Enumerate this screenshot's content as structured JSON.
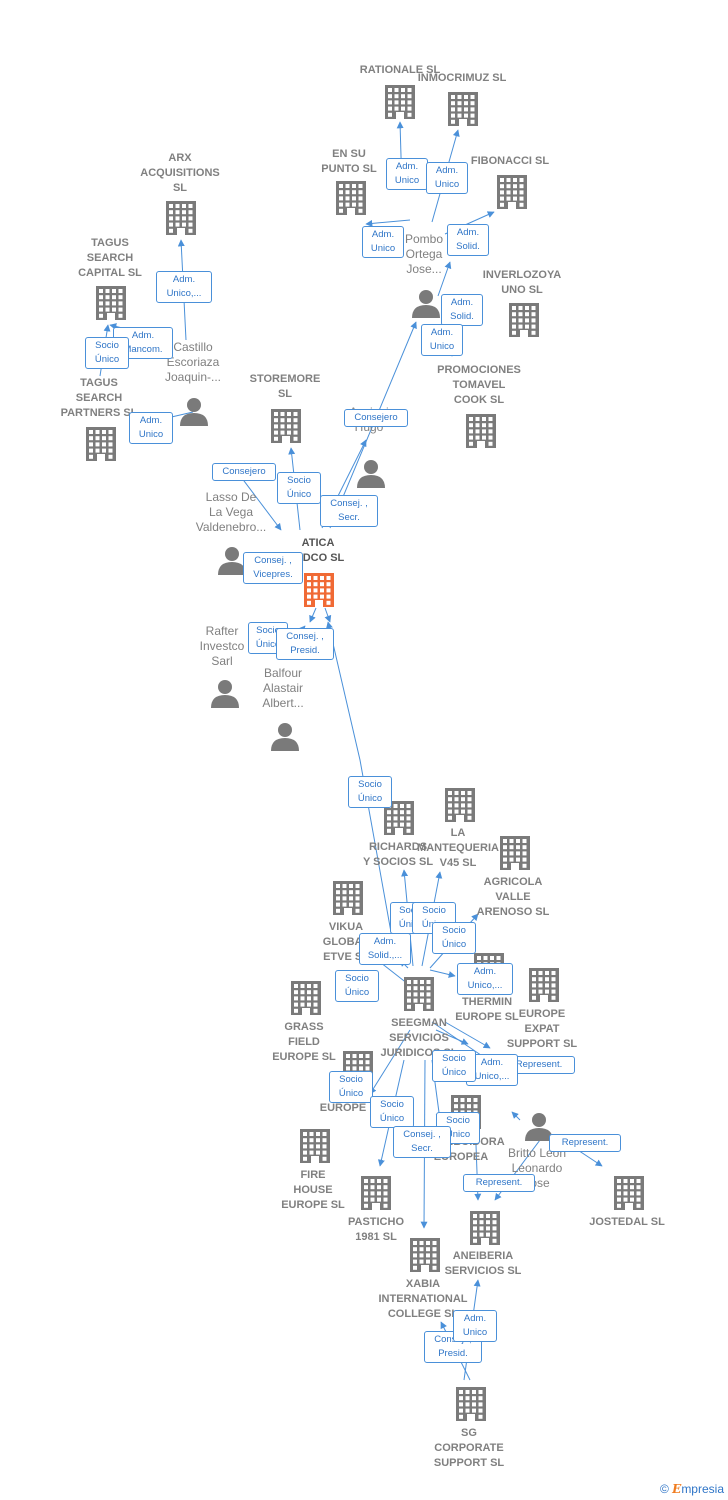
{
  "colors": {
    "edge": "#4a90d9",
    "company": "#7a7a7a",
    "focus": "#f06a35",
    "badge_text": "#2f75c7"
  },
  "companies": [
    {
      "id": "rationale",
      "label": "RATIONALE  SL"
    },
    {
      "id": "inmocrimuz",
      "label": "INMOCRIMUZ SL"
    },
    {
      "id": "ensupunto",
      "label": "EN SU\nPUNTO  SL"
    },
    {
      "id": "fibonacci",
      "label": "FIBONACCI  SL"
    },
    {
      "id": "arx",
      "label": "ARX\nACQUISITIONS\nSL"
    },
    {
      "id": "tagus_capital",
      "label": "TAGUS\nSEARCH\nCAPITAL  SL"
    },
    {
      "id": "inverlozoya",
      "label": "INVERLOZOYA\nUNO SL"
    },
    {
      "id": "tagus_partners",
      "label": "TAGUS\nSEARCH\nPARTNERS  SL"
    },
    {
      "id": "storemore",
      "label": "STOREMORE\nSL"
    },
    {
      "id": "tomavel",
      "label": "PROMOCIONES\nTOMAVEL\nCOOK SL"
    },
    {
      "id": "atica",
      "label": "ATICA\nBIDCO  SL",
      "focus": true
    },
    {
      "id": "richards",
      "label": "RICHARDS\nY SOCIOS  SL"
    },
    {
      "id": "mantequeria",
      "label": "LA\nMANTEQUERIA\nV45  SL"
    },
    {
      "id": "agricola",
      "label": "AGRICOLA\nVALLE\nARENOSO  SL"
    },
    {
      "id": "vikua",
      "label": "VIKUA\nGLOBAL\nETVE  SL"
    },
    {
      "id": "thermin",
      "label": "THERMIN\nEUROPE  SL"
    },
    {
      "id": "grass",
      "label": "GRASS\nFIELD\nEUROPE  SL"
    },
    {
      "id": "europe_expat",
      "label": "EUROPE\nEXPAT\nSUPPORT  SL"
    },
    {
      "id": "seegman",
      "label": "SEEGMAN\nSERVICIOS\nJURIDICOS  SL"
    },
    {
      "id": "a_europe",
      "label": "A\nEUROPE"
    },
    {
      "id": "distribuidora",
      "label": "DISTRIBUIDORA\nEUROPEA"
    },
    {
      "id": "fire",
      "label": "FIRE\nHOUSE\nEUROPE  SL"
    },
    {
      "id": "pasticho",
      "label": "PASTICHO\n1981  SL"
    },
    {
      "id": "jostedal",
      "label": "JOSTEDAL  SL"
    },
    {
      "id": "aneiberia",
      "label": "ANEIBERIA\nSERVICIOS  SL"
    },
    {
      "id": "xabia",
      "label": "XABIA\nINTERNATIONAL\nCOLLEGE SL"
    },
    {
      "id": "sg",
      "label": "SG\nCORPORATE\nSUPPORT  SL"
    }
  ],
  "persons": [
    {
      "id": "pombo",
      "label": "Pombo\nOrtega\nJose..."
    },
    {
      "id": "castillo",
      "label": "Castillo\nEscoriaza\nJoaquin-..."
    },
    {
      "id": "anciani",
      "label": "Anciani\nHugo"
    },
    {
      "id": "lasso",
      "label": "Lasso De\nLa Vega\nValdenebro..."
    },
    {
      "id": "rafter",
      "label": "Rafter\nInvestco\nSarl"
    },
    {
      "id": "balfour",
      "label": "Balfour\nAlastair\nAlbert..."
    },
    {
      "id": "britto",
      "label": "Britto Leon\nLeonardo\nJose"
    }
  ],
  "relations": [
    {
      "id": "b1",
      "label": "Adm.\nUnico"
    },
    {
      "id": "b2",
      "label": "Adm.\nUnico"
    },
    {
      "id": "b3",
      "label": "Adm.\nUnico"
    },
    {
      "id": "b4",
      "label": "Adm.\nSolid."
    },
    {
      "id": "b5",
      "label": "Adm.\nSolid."
    },
    {
      "id": "b6",
      "label": "Adm.\nUnico"
    },
    {
      "id": "b7",
      "label": "Adm.\nUnico,..."
    },
    {
      "id": "b8",
      "label": "Adm.\nMancom."
    },
    {
      "id": "b9",
      "label": "Socio\nÚnico"
    },
    {
      "id": "b10",
      "label": "Adm.\nUnico"
    },
    {
      "id": "b11",
      "label": "Consejero"
    },
    {
      "id": "b12",
      "label": "Consejero"
    },
    {
      "id": "b13",
      "label": "Socio\nÚnico"
    },
    {
      "id": "b14",
      "label": "Consej. ,\nSecr."
    },
    {
      "id": "b15",
      "label": "Consej. ,\nVicepres."
    },
    {
      "id": "b16",
      "label": "Socio\nÚnico"
    },
    {
      "id": "b17",
      "label": "Consej. ,\nPresid."
    },
    {
      "id": "b18",
      "label": "Socio\nÚnico"
    },
    {
      "id": "b19",
      "label": "Socio\nÚnico"
    },
    {
      "id": "b20",
      "label": "Socio\nÚnico"
    },
    {
      "id": "b21",
      "label": "Socio\nÚnico"
    },
    {
      "id": "b22",
      "label": "Adm.\nSolid.,..."
    },
    {
      "id": "b23",
      "label": "Adm.\nUnico,..."
    },
    {
      "id": "b24",
      "label": "Socio\nÚnico"
    },
    {
      "id": "b25",
      "label": "Represent."
    },
    {
      "id": "b26",
      "label": "Adm.\nUnico,..."
    },
    {
      "id": "b27",
      "label": "Socio\nÚnico"
    },
    {
      "id": "b28",
      "label": "Socio\nÚnico"
    },
    {
      "id": "b29",
      "label": "Socio\nÚnico"
    },
    {
      "id": "b30",
      "label": "Socio\nÚnico"
    },
    {
      "id": "b31",
      "label": "Consej. ,\nSecr."
    },
    {
      "id": "b32",
      "label": "Represent."
    },
    {
      "id": "b33",
      "label": "Represent."
    },
    {
      "id": "b34",
      "label": "Consej. ,\nPresid."
    },
    {
      "id": "b35",
      "label": "Adm.\nUnico"
    }
  ],
  "footer": {
    "copyright": "©",
    "brand_initial": "E",
    "brand_rest": "mpresia"
  }
}
